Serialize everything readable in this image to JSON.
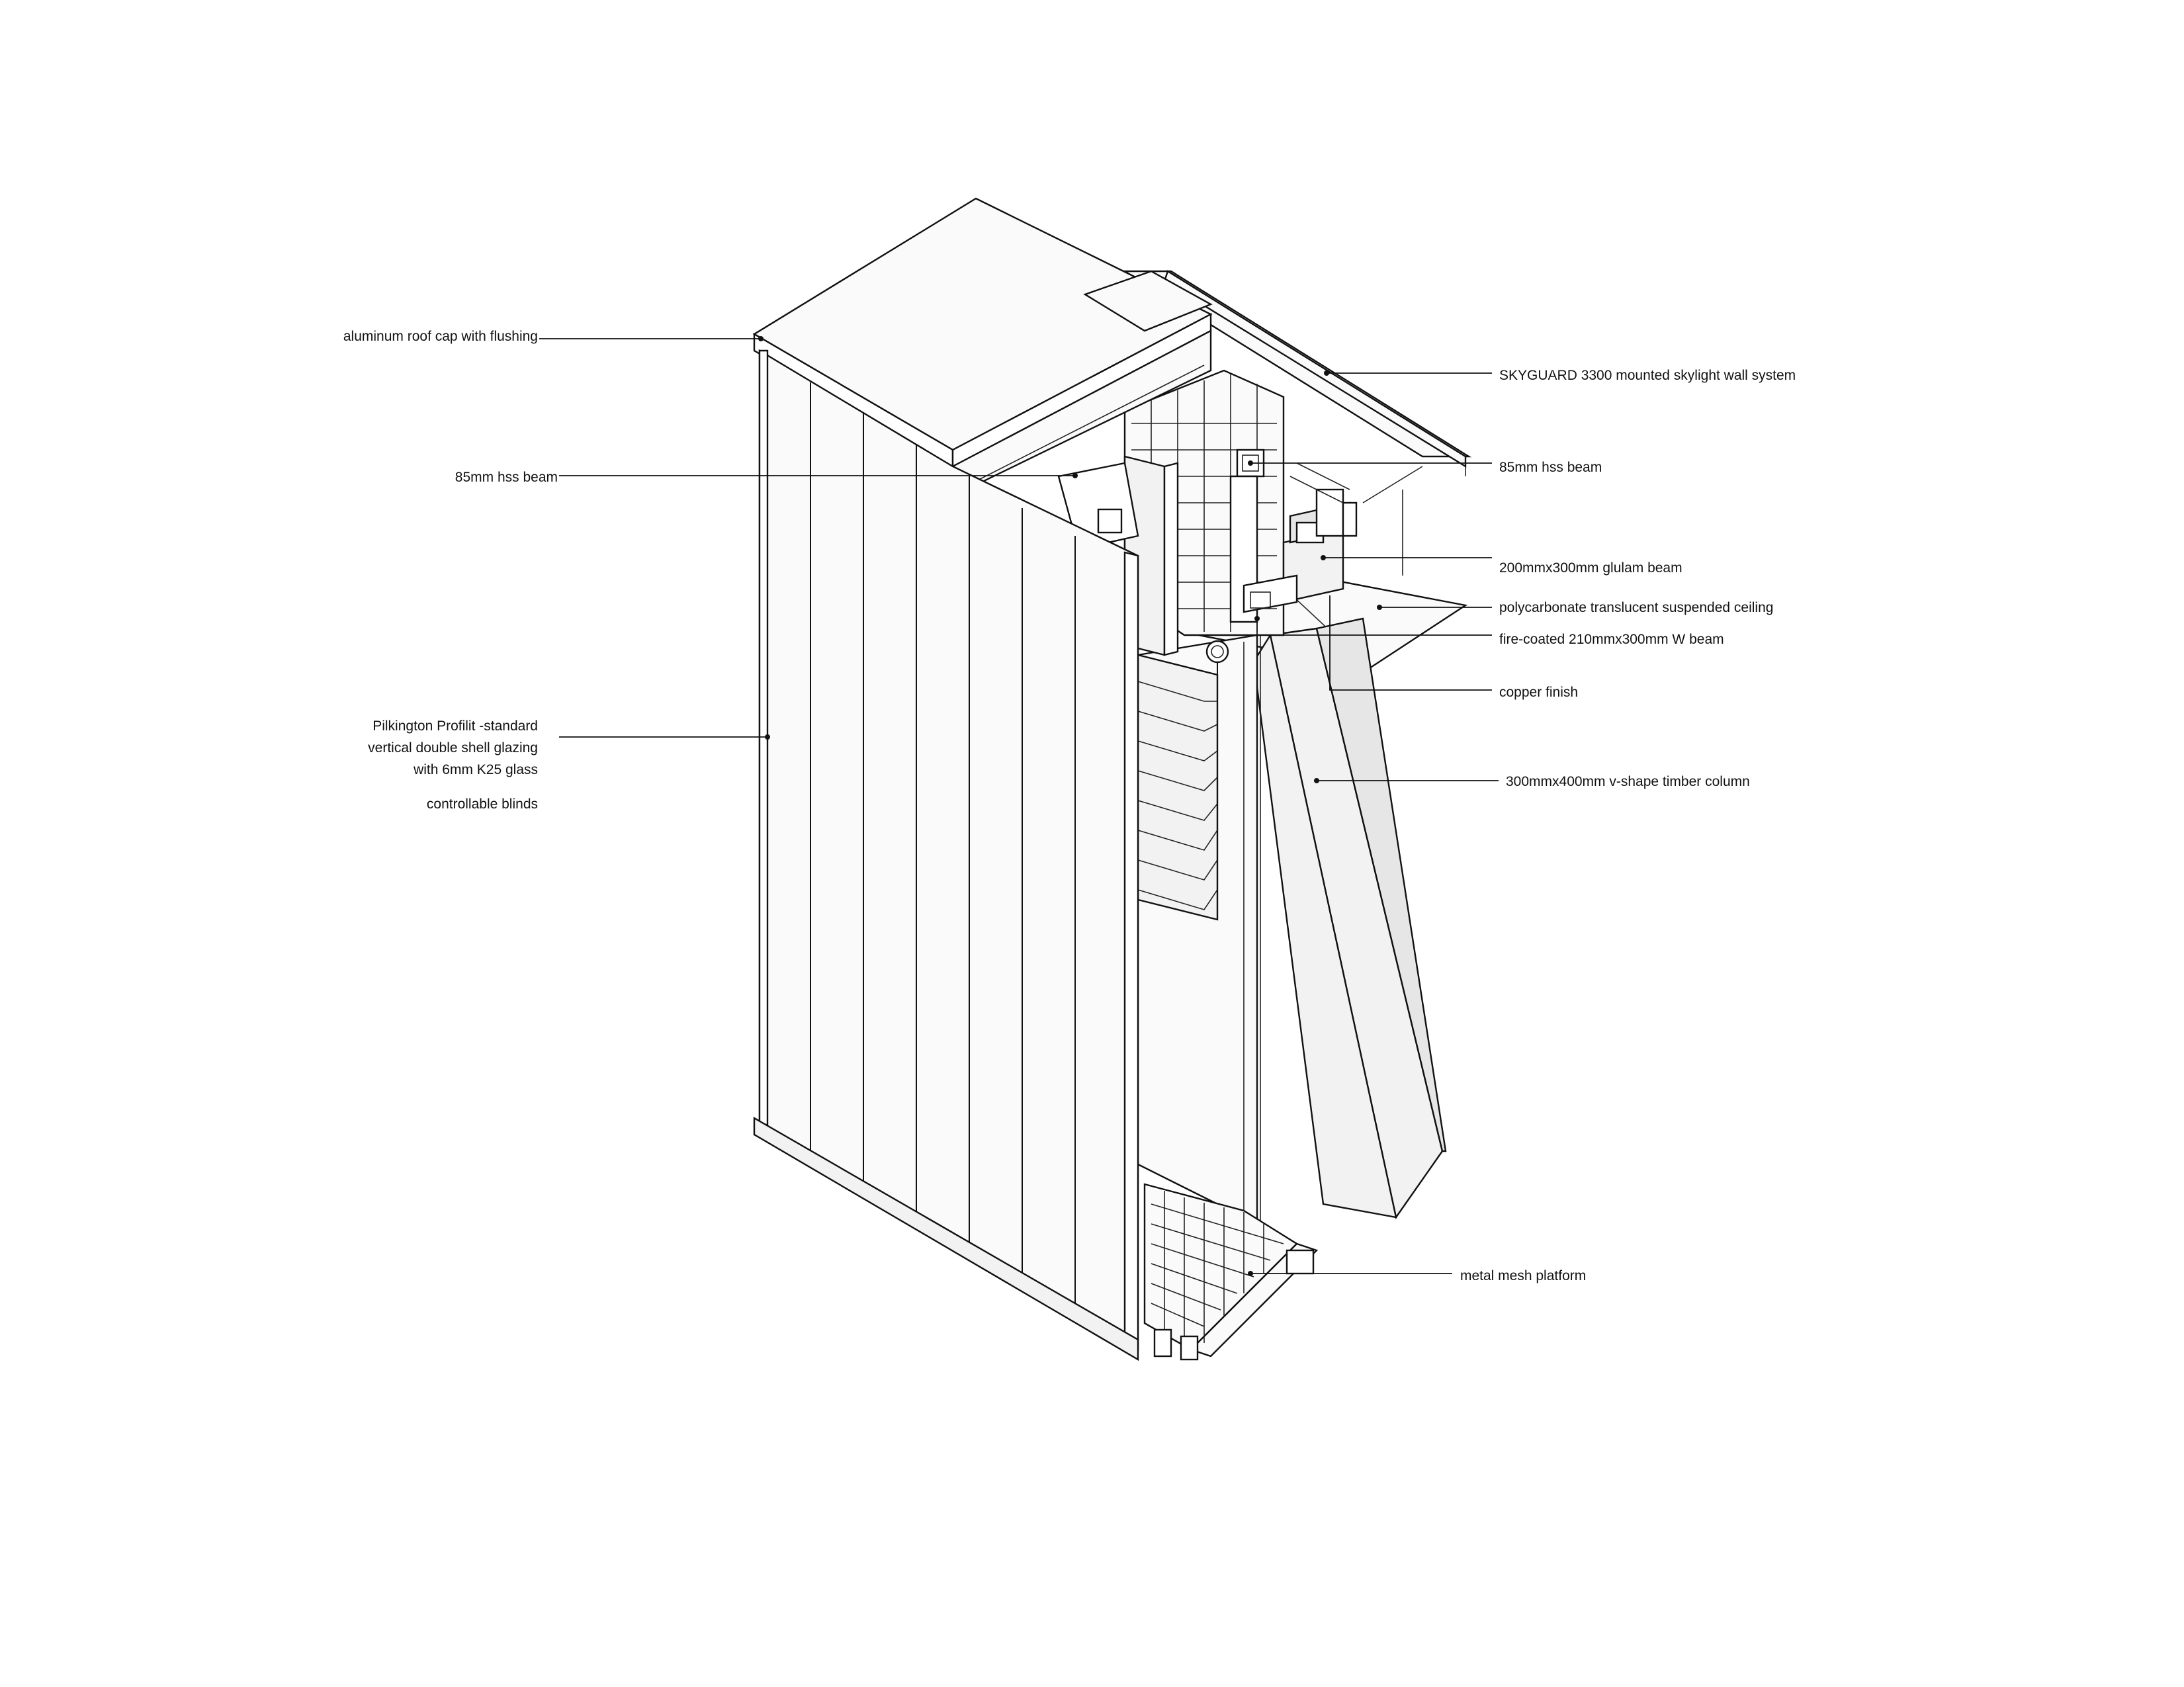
{
  "labels": {
    "roof_cap": "aluminum roof cap with flushing",
    "hss_beam_left": "85mm hss beam",
    "glazing_line1": "Pilkington Profilit -standard",
    "glazing_line2": "vertical double shell glazing",
    "glazing_line3": "with 6mm K25 glass",
    "blinds": "controllable blinds",
    "skyguard": "SKYGUARD 3300 mounted skylight wall system",
    "hss_beam_right": "85mm hss beam",
    "glulam": "200mmx300mm glulam beam",
    "ceiling": "polycarbonate translucent suspended ceiling",
    "w_beam": "fire-coated 210mmx300mm W beam",
    "copper": "copper finish",
    "column": "300mmx400mm v-shape timber column",
    "platform": "metal mesh platform"
  },
  "colors": {
    "ink": "#111111",
    "face_light": "#f2f2f2",
    "face_mid": "#e6e6e6",
    "background": "#ffffff"
  }
}
